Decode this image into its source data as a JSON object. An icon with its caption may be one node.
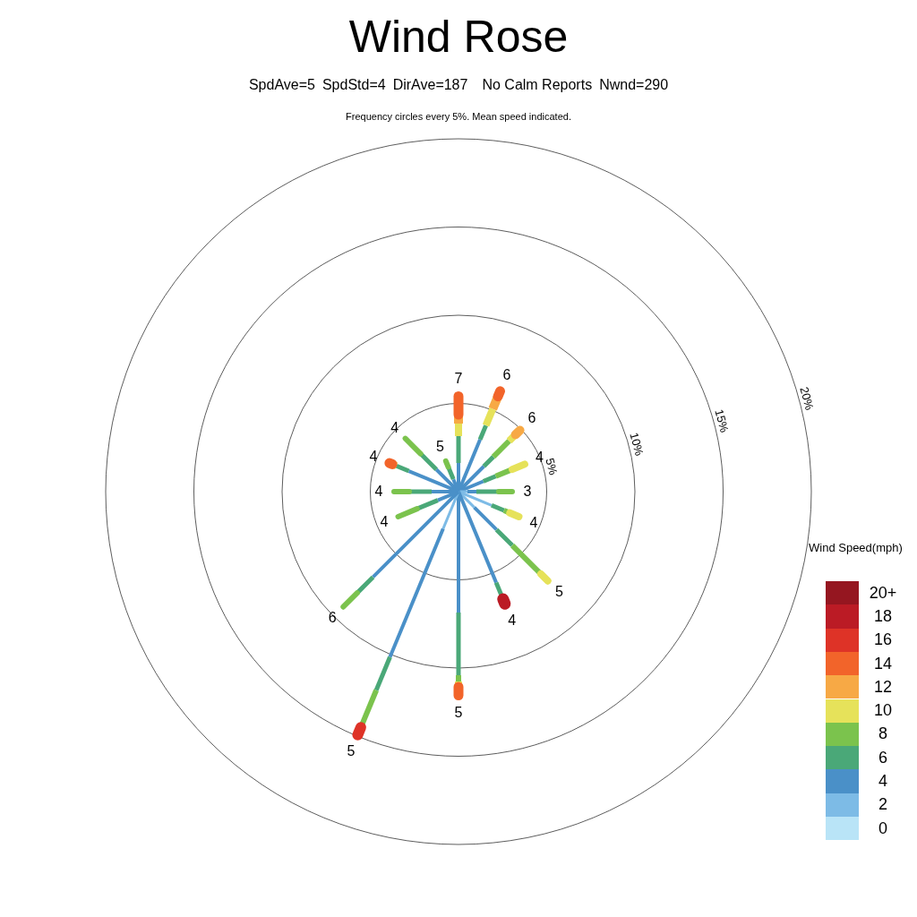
{
  "diagram": {
    "title": "Wind Rose",
    "labels": [
      "SpdAve=5",
      "SpdStd=4",
      "DirAve=187",
      "No Calm Reports",
      "Nwnd=290",
      "Frequency circles every 5%. Mean speed indicated.",
      "5%",
      "10%",
      "15%",
      "20%",
      "7",
      "6",
      "6",
      "4",
      "3",
      "4",
      "5",
      "4",
      "5",
      "5",
      "6",
      "4",
      "4",
      "4",
      "4",
      "5",
      "Wind Speed(mph)"
    ],
    "legend": [
      {
        "text": "20+",
        "color": "#951620"
      },
      {
        "text": "18",
        "color": "#bb1b25"
      },
      {
        "text": "16",
        "color": "#de3327"
      },
      {
        "text": "14",
        "color": "#f2642a"
      },
      {
        "text": "12",
        "color": "#f7a945"
      },
      {
        "text": "10",
        "color": "#e6e25a"
      },
      {
        "text": "8",
        "color": "#7bc34d"
      },
      {
        "text": "6",
        "color": "#4aa878"
      },
      {
        "text": "4",
        "color": "#4a90c8"
      },
      {
        "text": "2",
        "color": "#7dbbe6"
      },
      {
        "text": "0",
        "color": "#b9e4f7"
      }
    ]
  }
}
